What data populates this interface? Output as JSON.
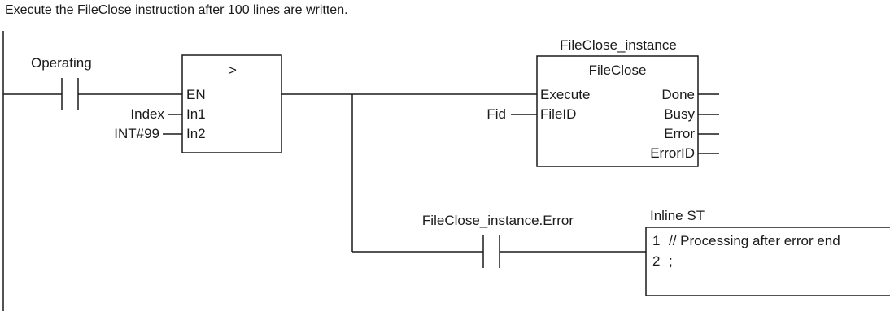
{
  "heading": "Execute the FileClose instruction after 100 lines are written.",
  "contact_operating": {
    "label": "Operating"
  },
  "compare_block": {
    "title": ">",
    "pins": {
      "en": "EN",
      "in1": "In1",
      "in2": "In2"
    },
    "inputs": {
      "in1": "Index",
      "in2": "INT#99"
    }
  },
  "fileclose_block": {
    "instance": "FileClose_instance",
    "title": "FileClose",
    "input_pins": {
      "execute": "Execute",
      "fileid": "FileID"
    },
    "output_pins": {
      "done": "Done",
      "busy": "Busy",
      "error": "Error",
      "errorid": "ErrorID"
    },
    "inputs": {
      "fileid": "Fid"
    }
  },
  "contact_error": {
    "label": "FileClose_instance.Error"
  },
  "inline_st": {
    "title": "Inline ST",
    "lines": [
      {
        "num": "1",
        "code": "// Processing after error end"
      },
      {
        "num": "2",
        "code": ";"
      }
    ]
  }
}
